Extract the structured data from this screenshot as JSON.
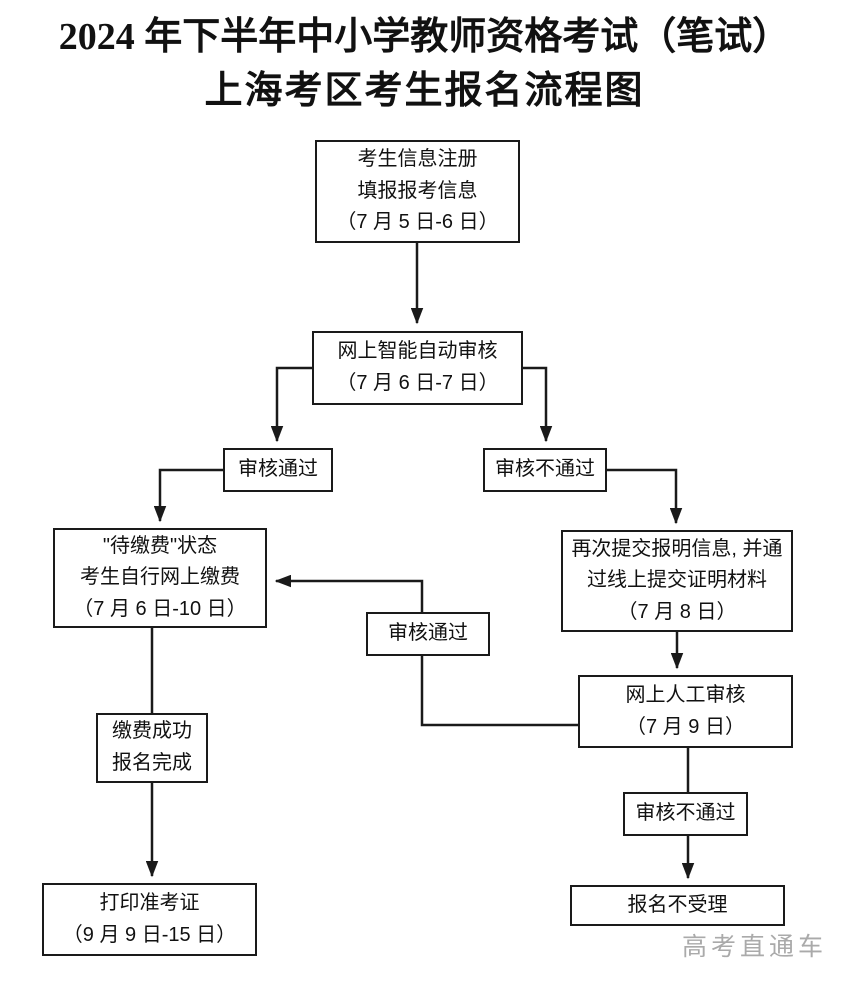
{
  "title": {
    "line1": "2024 年下半年中小学教师资格考试（笔试）",
    "line2": "上海考区考生报名流程图"
  },
  "nodes": {
    "register": {
      "lines": [
        "考生信息注册",
        "填报报考信息",
        "（7 月 5 日-6 日）"
      ]
    },
    "auto_review": {
      "lines": [
        "网上智能自动审核",
        "（7 月 6 日-7 日）"
      ]
    },
    "pass_top": {
      "lines": [
        "审核通过"
      ]
    },
    "fail_top": {
      "lines": [
        "审核不通过"
      ]
    },
    "payment": {
      "lines": [
        "\"待缴费\"状态",
        "考生自行网上缴费",
        "（7 月 6 日-10 日）"
      ]
    },
    "resubmit": {
      "lines": [
        "再次提交报明信息, 并通",
        "过线上提交证明材料",
        "（7 月 8 日）"
      ]
    },
    "pass_mid": {
      "lines": [
        "审核通过"
      ]
    },
    "manual_review": {
      "lines": [
        "网上人工审核",
        "（7 月 9 日）"
      ]
    },
    "payment_done": {
      "lines": [
        "缴费成功",
        "报名完成"
      ]
    },
    "fail_bottom": {
      "lines": [
        "审核不通过"
      ]
    },
    "print_ticket": {
      "lines": [
        "打印准考证",
        "（9 月 9 日-15 日）"
      ]
    },
    "rejected": {
      "lines": [
        "报名不受理"
      ]
    }
  },
  "watermark": "高考直通车",
  "colors": {
    "line": "#1a1a1a",
    "box_border": "#1a1a1a",
    "text": "#111111",
    "watermark": "#aaaaaa",
    "background": "#ffffff"
  }
}
